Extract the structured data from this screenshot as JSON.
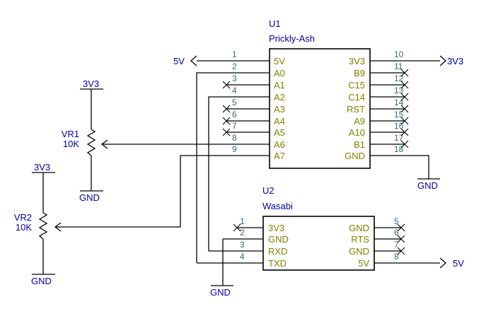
{
  "u1": {
    "ref": "U1",
    "value": "Prickly-Ash",
    "left_pins": [
      {
        "num": "1",
        "name": "5V"
      },
      {
        "num": "2",
        "name": "A0"
      },
      {
        "num": "3",
        "name": "A1"
      },
      {
        "num": "4",
        "name": "A2"
      },
      {
        "num": "5",
        "name": "A3"
      },
      {
        "num": "6",
        "name": "A4"
      },
      {
        "num": "7",
        "name": "A5"
      },
      {
        "num": "8",
        "name": "A6"
      },
      {
        "num": "9",
        "name": "A7"
      }
    ],
    "right_pins": [
      {
        "num": "10",
        "name": "3V3"
      },
      {
        "num": "11",
        "name": "B9"
      },
      {
        "num": "12",
        "name": "C15"
      },
      {
        "num": "13",
        "name": "C14"
      },
      {
        "num": "14",
        "name": "RST"
      },
      {
        "num": "15",
        "name": "A9"
      },
      {
        "num": "16",
        "name": "A10"
      },
      {
        "num": "17",
        "name": "B1"
      },
      {
        "num": "18",
        "name": "GND"
      }
    ]
  },
  "u2": {
    "ref": "U2",
    "value": "Wasabi",
    "left_pins": [
      {
        "num": "1",
        "name": "3V3"
      },
      {
        "num": "2",
        "name": "GND"
      },
      {
        "num": "3",
        "name": "RXD"
      },
      {
        "num": "4",
        "name": "TXD"
      }
    ],
    "right_pins": [
      {
        "num": "5",
        "name": "GND"
      },
      {
        "num": "6",
        "name": "RTS"
      },
      {
        "num": "7",
        "name": "GND"
      },
      {
        "num": "8",
        "name": "5V"
      }
    ]
  },
  "vr1": {
    "ref": "VR1",
    "value": "10K",
    "top_net": "3V3",
    "bottom_net": "GND"
  },
  "vr2": {
    "ref": "VR2",
    "value": "10K",
    "top_net": "3V3",
    "bottom_net": "GND"
  },
  "power_labels": {
    "u1_5v": "5V",
    "u1_3v3": "3V3",
    "u1_gnd": "GND",
    "u2_gnd": "GND",
    "u2_5v": "5V"
  }
}
